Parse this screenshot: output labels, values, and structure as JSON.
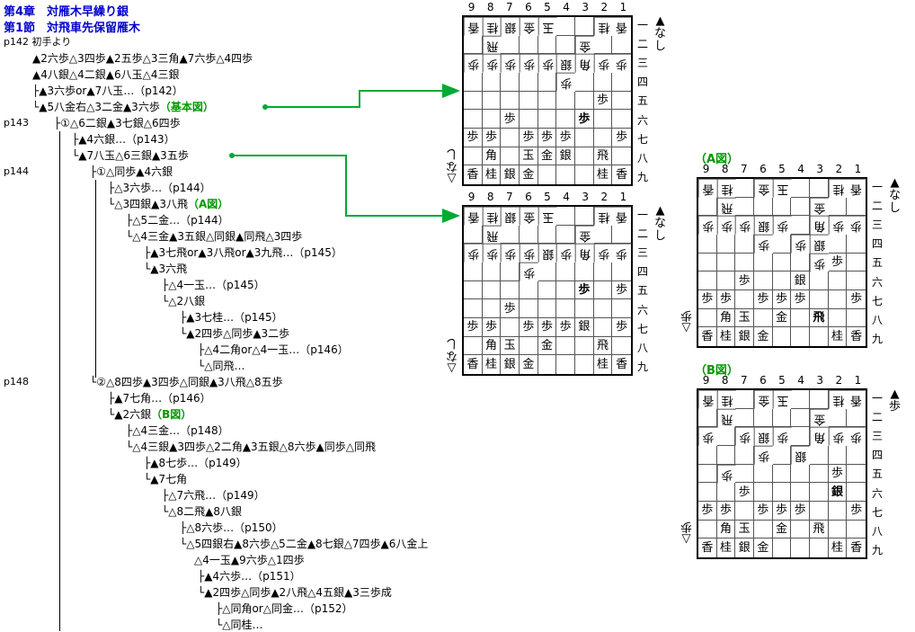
{
  "header": {
    "chapter": "第4章　対雁木早繰り銀",
    "section": "第1節　対飛車先保留雁木"
  },
  "tree": [
    {
      "id": "l0",
      "text": "p142 初手より"
    },
    {
      "id": "l1",
      "text": "▲2六歩△3四歩▲2五歩△3三角▲7六歩△4四歩"
    },
    {
      "id": "l2",
      "text": "▲4八銀△4二銀▲6八玉△4三銀"
    },
    {
      "id": "l3",
      "text": "├▲3六歩or▲7八玉…（p142）"
    },
    {
      "id": "l4a",
      "text": "└▲5八金右△3二金▲3六歩"
    },
    {
      "id": "l4b",
      "text": "（基本図）"
    },
    {
      "id": "l5p",
      "text": "p143"
    },
    {
      "id": "l5",
      "text": "├①△6二銀▲3七銀△6四歩"
    },
    {
      "id": "l6",
      "text": "├▲4六銀…（p143）"
    },
    {
      "id": "l7",
      "text": "└▲7八玉△6三銀▲3五歩"
    },
    {
      "id": "l8p",
      "text": "p144"
    },
    {
      "id": "l8",
      "text": "├①△同歩▲4六銀"
    },
    {
      "id": "l9",
      "text": "├△3六歩…（p144）"
    },
    {
      "id": "l10a",
      "text": "└△3四銀▲3八飛"
    },
    {
      "id": "l10b",
      "text": "（A図）"
    },
    {
      "id": "l11",
      "text": "├△5二金…（p144）"
    },
    {
      "id": "l12",
      "text": "└△4三金▲3五銀△同銀▲同飛△3四歩"
    },
    {
      "id": "l13",
      "text": "├▲3七飛or▲3八飛or▲3九飛…（p145）"
    },
    {
      "id": "l14",
      "text": "└▲3六飛"
    },
    {
      "id": "l15",
      "text": "├△4一玉…（p145）"
    },
    {
      "id": "l16",
      "text": "└△2八銀"
    },
    {
      "id": "l17",
      "text": "├▲3七桂…（p145）"
    },
    {
      "id": "l18",
      "text": "└▲2四歩△同歩▲3二歩"
    },
    {
      "id": "l19",
      "text": "├△4二角or△4一玉…（p146）"
    },
    {
      "id": "l20",
      "text": "└△同飛…"
    },
    {
      "id": "l21p",
      "text": "p148"
    },
    {
      "id": "l21",
      "text": "└②△8四歩▲3四歩△同銀▲3八飛△8五歩"
    },
    {
      "id": "l22",
      "text": "├▲7七角…（p146）"
    },
    {
      "id": "l23a",
      "text": "└▲2六銀"
    },
    {
      "id": "l23b",
      "text": "（B図）"
    },
    {
      "id": "l24",
      "text": "├△4三金…（p148）"
    },
    {
      "id": "l25",
      "text": "└△4三銀▲3四歩△2二角▲3五銀△8六歩▲同歩△同飛"
    },
    {
      "id": "l26",
      "text": "├▲8七歩…（p149）"
    },
    {
      "id": "l27",
      "text": "└▲7七角"
    },
    {
      "id": "l28",
      "text": "├△7六飛…（p149）"
    },
    {
      "id": "l29",
      "text": "└△8二飛▲8八銀"
    },
    {
      "id": "l30",
      "text": "├△8六歩…（p150）"
    },
    {
      "id": "l31",
      "text": "└△5四銀右▲8六歩△5二金▲8七銀△7四歩▲6八金上"
    },
    {
      "id": "l32",
      "text": "△4一玉▲9六歩△1四歩"
    },
    {
      "id": "l33",
      "text": "├▲4六歩…（p151）"
    },
    {
      "id": "l34",
      "text": "└▲2四歩△同歩▲2八飛△4五銀▲3三歩成"
    },
    {
      "id": "l35",
      "text": "├△同角or△同金…（p152）"
    },
    {
      "id": "l36",
      "text": "└△同桂…"
    }
  ],
  "boards": {
    "col_labels": [
      "9",
      "8",
      "7",
      "6",
      "5",
      "4",
      "3",
      "2",
      "1"
    ],
    "row_labels": [
      "一",
      "二",
      "三",
      "四",
      "五",
      "六",
      "七",
      "八",
      "九"
    ],
    "b1": {
      "sente_hand": "▲なし",
      "gote_hand": "△なし",
      "cells": [
        [
          "v香",
          "v桂",
          "v銀",
          "v金",
          "v玉",
          "",
          "",
          "v桂",
          "v香"
        ],
        [
          "",
          "v飛",
          "",
          "",
          "",
          "",
          "v金",
          "",
          ""
        ],
        [
          "v歩",
          "v歩",
          "v歩",
          "v歩",
          "v歩",
          "v銀",
          "v角",
          "v歩",
          "v歩"
        ],
        [
          "",
          "",
          "",
          "",
          "",
          "v歩",
          "",
          "",
          ""
        ],
        [
          "",
          "",
          "",
          "",
          "",
          "",
          "",
          "歩",
          ""
        ],
        [
          "",
          "",
          "歩",
          "",
          "",
          "",
          "*歩",
          "",
          ""
        ],
        [
          "歩",
          "歩",
          "",
          "歩",
          "歩",
          "歩",
          "",
          "",
          "歩"
        ],
        [
          "",
          "角",
          "",
          "玉",
          "金",
          "銀",
          "",
          "飛",
          ""
        ],
        [
          "香",
          "桂",
          "銀",
          "金",
          "",
          "",
          "",
          "桂",
          "香"
        ]
      ]
    },
    "b2": {
      "sente_hand": "▲なし",
      "gote_hand": "△なし",
      "cells": [
        [
          "v香",
          "v桂",
          "v銀",
          "v金",
          "v玉",
          "",
          "",
          "v桂",
          "v香"
        ],
        [
          "",
          "v飛",
          "",
          "",
          "",
          "",
          "v金",
          "",
          ""
        ],
        [
          "v歩",
          "v歩",
          "v歩",
          "v歩",
          "v銀",
          "v歩",
          "v角",
          "v歩",
          "v歩"
        ],
        [
          "",
          "",
          "",
          "v歩",
          "",
          "",
          "",
          "",
          ""
        ],
        [
          "",
          "",
          "",
          "",
          "",
          "",
          "*歩",
          "",
          "歩"
        ],
        [
          "",
          "",
          "歩",
          "",
          "",
          "",
          "",
          "",
          ""
        ],
        [
          "歩",
          "歩",
          "",
          "歩",
          "歩",
          "歩",
          "銀",
          "",
          "歩"
        ],
        [
          "",
          "角",
          "玉",
          "",
          "金",
          "",
          "",
          "飛",
          ""
        ],
        [
          "香",
          "桂",
          "銀",
          "金",
          "",
          "",
          "",
          "桂",
          "香"
        ]
      ]
    },
    "bA": {
      "label": "（A図）",
      "sente_hand": "▲なし",
      "gote_hand": "△歩",
      "cells": [
        [
          "v香",
          "v桂",
          "",
          "v金",
          "v玉",
          "",
          "",
          "v桂",
          "v香"
        ],
        [
          "",
          "v飛",
          "",
          "",
          "",
          "",
          "v金",
          "",
          ""
        ],
        [
          "v歩",
          "v歩",
          "v歩",
          "v銀",
          "v歩",
          "",
          "v角",
          "v歩",
          "v歩"
        ],
        [
          "",
          "",
          "",
          "v歩",
          "",
          "v歩",
          "v銀",
          "",
          ""
        ],
        [
          "",
          "",
          "",
          "",
          "",
          "",
          "v歩",
          "歩",
          ""
        ],
        [
          "",
          "",
          "歩",
          "",
          "",
          "銀",
          "",
          "",
          ""
        ],
        [
          "歩",
          "歩",
          "",
          "歩",
          "歩",
          "歩",
          "",
          "",
          "歩"
        ],
        [
          "",
          "角",
          "玉",
          "",
          "金",
          "",
          "*飛",
          "",
          ""
        ],
        [
          "香",
          "桂",
          "銀",
          "金",
          "",
          "",
          "",
          "桂",
          "香"
        ]
      ]
    },
    "bB": {
      "label": "（B図）",
      "sente_hand": "▲歩",
      "gote_hand": "△歩",
      "cells": [
        [
          "v香",
          "v桂",
          "",
          "v金",
          "v玉",
          "",
          "",
          "v桂",
          "v香"
        ],
        [
          "",
          "v飛",
          "",
          "",
          "",
          "",
          "v金",
          "",
          ""
        ],
        [
          "v歩",
          "",
          "v歩",
          "v銀",
          "v歩",
          "",
          "v角",
          "v歩",
          "v歩"
        ],
        [
          "",
          "",
          "",
          "v歩",
          "",
          "v銀",
          "",
          "",
          ""
        ],
        [
          "",
          "v歩",
          "",
          "",
          "",
          "",
          "",
          "歩",
          ""
        ],
        [
          "",
          "",
          "歩",
          "",
          "",
          "",
          "",
          "*銀",
          ""
        ],
        [
          "歩",
          "歩",
          "",
          "歩",
          "歩",
          "歩",
          "",
          "",
          "歩"
        ],
        [
          "",
          "角",
          "玉",
          "",
          "金",
          "",
          "飛",
          "",
          ""
        ],
        [
          "香",
          "桂",
          "銀",
          "金",
          "",
          "",
          "",
          "桂",
          "香"
        ]
      ]
    }
  }
}
